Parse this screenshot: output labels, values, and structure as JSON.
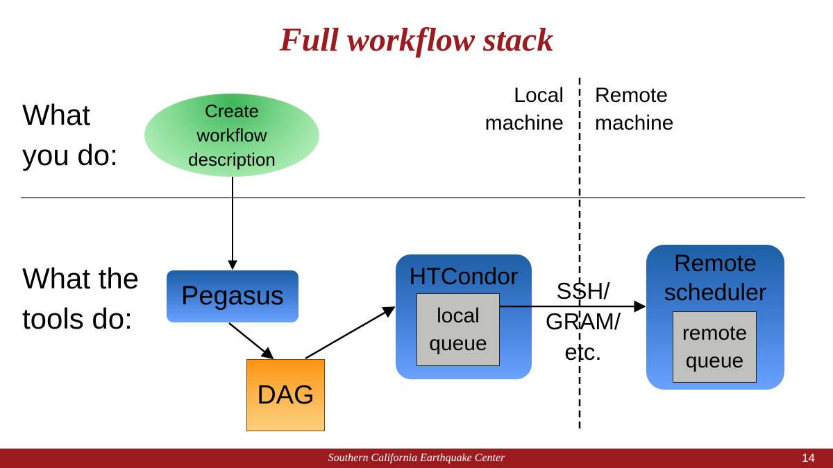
{
  "slide": {
    "title": "Full workflow stack",
    "page_number": "14",
    "footer": "Southern California Earthquake Center"
  },
  "rows": {
    "user": [
      "What",
      "you do:"
    ],
    "tools": [
      "What the",
      "tools do:"
    ]
  },
  "machines": {
    "local": [
      "Local",
      "machine"
    ],
    "remote": [
      "Remote",
      "machine"
    ]
  },
  "nodes": {
    "create_workflow": [
      "Create",
      "workflow",
      "description"
    ],
    "pegasus": "Pegasus",
    "dag": "DAG",
    "htcondor": {
      "title": "HTCondor",
      "queue": [
        "local",
        "queue"
      ]
    },
    "remote_scheduler": {
      "title": [
        "Remote",
        "scheduler"
      ],
      "queue": [
        "remote",
        "queue"
      ]
    }
  },
  "edges": {
    "protocol_label": [
      "SSH/",
      "GRAM/",
      "etc."
    ]
  },
  "colors": {
    "title": "#9b1b1f",
    "footer_bg": "#9b1b1f",
    "ellipse_green": "#3eb55a",
    "box_blue_top": "#1d5fa5",
    "box_blue_bottom": "#6aa2ff",
    "dag_orange": "#fb9511",
    "queue_gray": "#c0c0bc"
  }
}
